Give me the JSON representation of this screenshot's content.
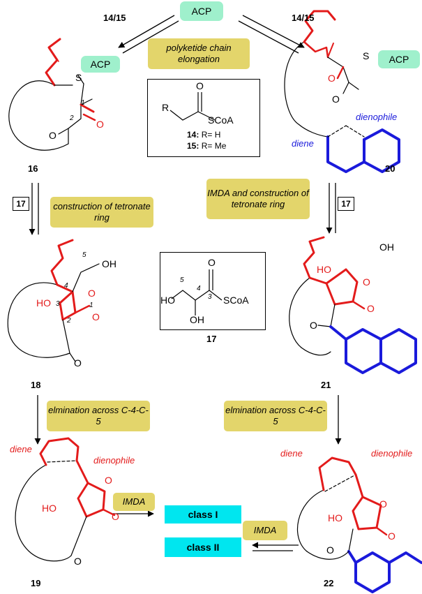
{
  "acp_label": "ACP",
  "steps": {
    "cond_14_15": "14/15",
    "reagent_17": "17",
    "chain_elongation": "polyketide chain elongation",
    "tetronate": "construction of tetronate ring",
    "imda_tetronate": "IMDA and construction of tetronate ring",
    "elimination": "elmination across C-4-C-5",
    "imda": "IMDA"
  },
  "compounds": {
    "c14": "14:",
    "c14_def": "R= H",
    "c15": "15:",
    "c15_def": "R= Me",
    "c16": "16",
    "c17": "17",
    "c18": "18",
    "c19": "19",
    "c20": "20",
    "c21": "21",
    "c22": "22"
  },
  "atoms": {
    "O": "O",
    "S": "S",
    "R": "R",
    "SCoA": "SCoA",
    "OH": "OH",
    "HO": "HO",
    "S_dash_ACP": "S"
  },
  "positions": {
    "p1": "1",
    "p2": "2",
    "p3": "3",
    "p4": "4",
    "p5": "5"
  },
  "roles": {
    "diene": "diene",
    "dienophile": "dienophile"
  },
  "classes": {
    "class1": "class I",
    "class2": "class II"
  },
  "colors": {
    "red": "#e31b1b",
    "blue": "#1a1adb",
    "pill": "#e3d56b",
    "acp": "#9ff0cc",
    "class_box": "#00e6ef"
  }
}
